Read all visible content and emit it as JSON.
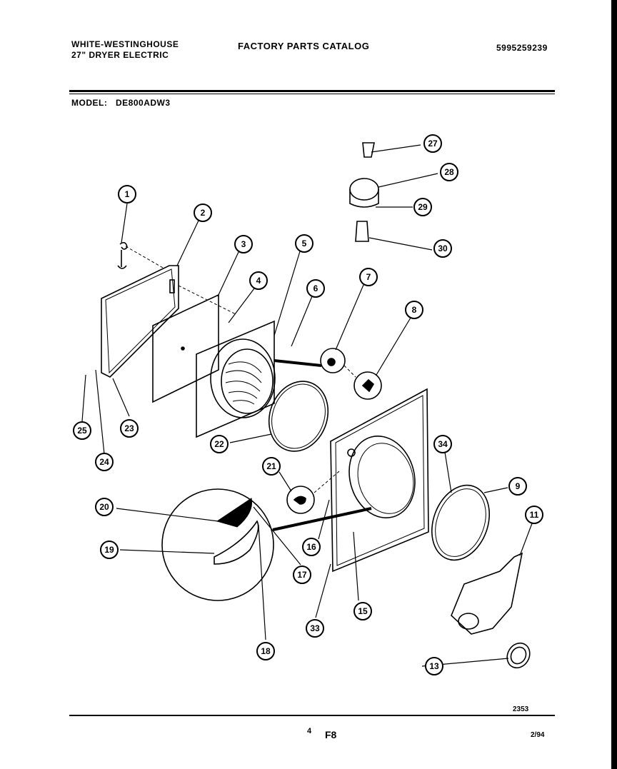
{
  "header": {
    "brand": "WHITE-WESTINGHOUSE",
    "product": "27\" DRYER ELECTRIC",
    "catalog": "FACTORY PARTS CATALOG",
    "part_number": "5995259239",
    "model_label": "MODEL:",
    "model_value": "DE800ADW3"
  },
  "footer": {
    "drawing_code": "2353",
    "page": "4",
    "section": "F8",
    "date": "2/94"
  },
  "callouts": [
    "1",
    "2",
    "3",
    "4",
    "5",
    "6",
    "7",
    "8",
    "27",
    "28",
    "29",
    "30",
    "9",
    "11",
    "13",
    "16",
    "15",
    "33",
    "34",
    "21",
    "22",
    "23",
    "24",
    "25",
    "20",
    "19",
    "17",
    "18"
  ]
}
